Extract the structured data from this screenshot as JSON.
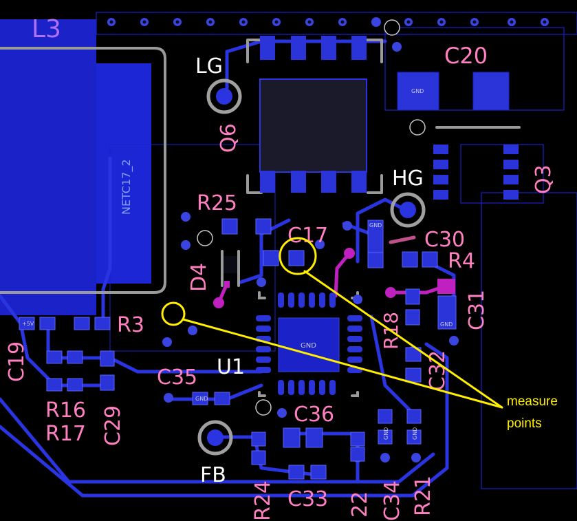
{
  "board": {
    "background": "#000000",
    "copper_color": "#1a22c8",
    "pad_color": "#3a44e0",
    "silk_color": "#ff80c0",
    "outline_color": "#9a9a9a",
    "annotation_color": "#ffee00"
  },
  "labels": {
    "l3": "L3",
    "lg": "LG",
    "q6": "Q6",
    "c20": "C20",
    "hg": "HG",
    "q3": "Q3",
    "netc17": "NETC17_2",
    "r25": "R25",
    "c17": "C17",
    "c30": "C30",
    "r4": "R4",
    "d4": "D4",
    "r3": "R3",
    "r18": "R18",
    "c31": "C31",
    "c19": "C19",
    "u1": "U1",
    "c35": "C35",
    "c32": "C32",
    "r16": "R16",
    "r17": "R17",
    "c29": "C29",
    "c36": "C36",
    "fb": "FB",
    "r24": "R24",
    "c33": "C33",
    "r22": "22",
    "c34": "C34",
    "r21": "R21"
  },
  "pad_tags": {
    "gnd": "GND",
    "plus5v": "+5V"
  },
  "annotation": {
    "line1": "measure",
    "line2": "points"
  }
}
